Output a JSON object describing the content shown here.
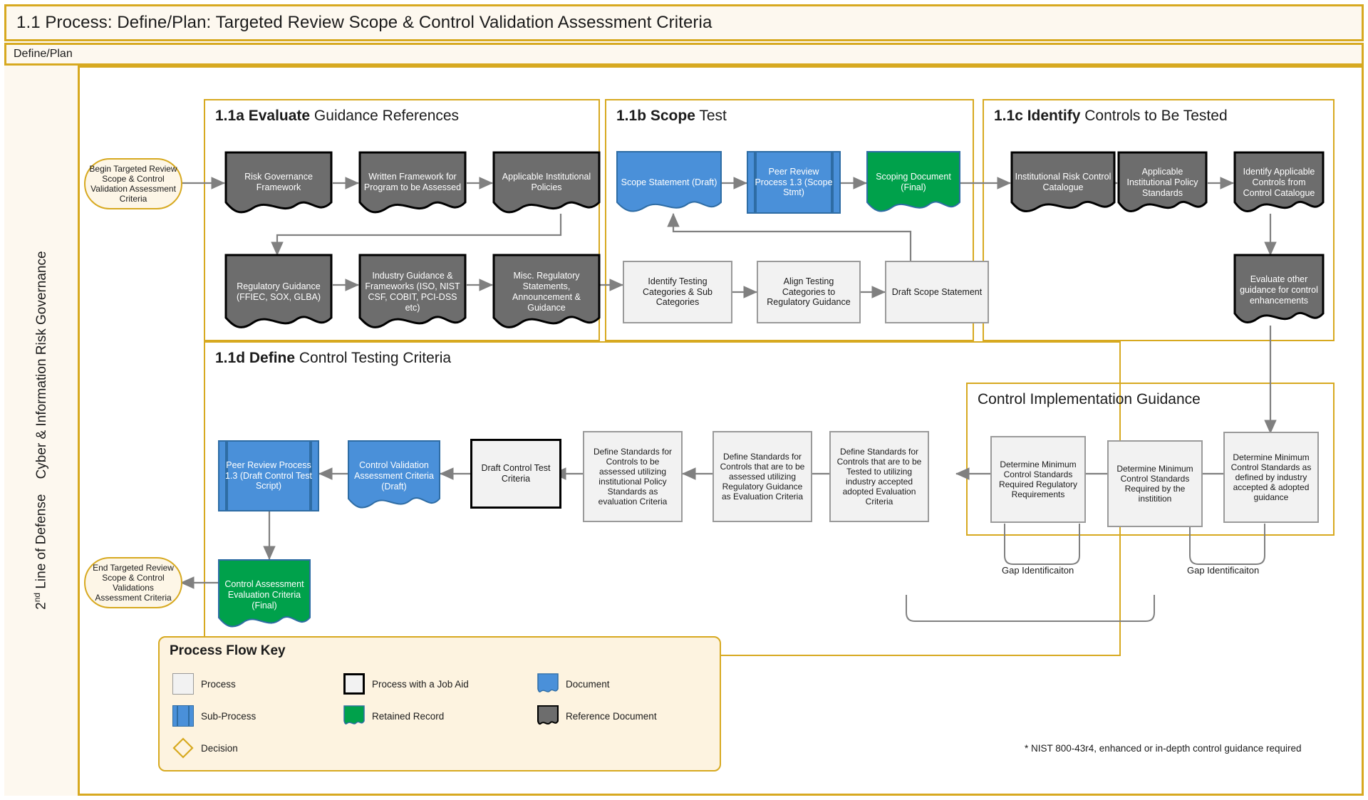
{
  "header": {
    "title": "1.1 Process: Define/Plan: Targeted Review Scope & Control Validation Assessment Criteria",
    "lane_header": "Define/Plan",
    "swimlane_label_line": "2nd Line of Defense",
    "swimlane_label_sub": "Cyber & Information Risk Governance",
    "swimlane_full": "2nd Line of Defense   Cyber & Information Risk Governance",
    "accent_color": "#d7a920",
    "panel_bg": "#fdf8ef"
  },
  "groups": {
    "a": {
      "num": "1.1a Evaluate",
      "rest": " Guidance References"
    },
    "b": {
      "num": "1.1b Scope",
      "rest": " Test"
    },
    "c": {
      "num": "1.1c Identify",
      "rest": " Controls to Be Tested"
    },
    "d": {
      "num": "1.1d Define",
      "rest": " Control Testing Criteria"
    },
    "cig": {
      "num": "",
      "rest": "Control Implementation Guidance"
    }
  },
  "nodes": {
    "start": "Begin Targeted Review Scope & Control Validation Assessment Criteria",
    "end": "End Targeted Review Scope & Control Validations Assessment Criteria",
    "risk_gov": "Risk Governance Framework",
    "written_fw": "Written Framework for Program to be Assessed",
    "app_policies": "Applicable Institutional Policies",
    "reg_guidance": "Regulatory Guidance (FFIEC, SOX, GLBA)",
    "ind_guidance": "Industry Guidance & Frameworks (ISO, NIST CSF, COBIT, PCI-DSS etc)",
    "misc_reg": "Misc. Regulatory Statements, Announcement & Guidance",
    "scope_stmt_draft": "Scope Statement (Draft)",
    "peer_review_13_scope": "Peer Review Process 1.3 (Scope Stmt)",
    "scoping_doc_final": "Scoping Document (Final)",
    "identify_testing_cats": "Identify Testing Categories & Sub Categories",
    "align_testing_cats": "Align Testing Categories to Regulatory Guidance",
    "draft_scope_stmt": "Draft Scope Statement",
    "inst_risk_catalogue": "Institutional Risk Control Catalogue",
    "app_policy_standards": "Applicable Institutional Policy Standards",
    "identify_app_controls": "Identify Applicable Controls from Control Catalogue",
    "evaluate_other_guidance": "Evaluate other guidance for control enhancements",
    "peer_review_13_test": "Peer Review Process 1.3 (Draft Control Test Script)",
    "cvac_draft": "Control Validation Assessment Criteria (Draft)",
    "caec_final": "Control Assessment Evaluation Criteria (Final)",
    "draft_control_test": "Draft Control Test Criteria",
    "def_std_policy": "Define Standards for Controls to be assessed utilizing institutional  Policy Standards as evaluation Criteria",
    "def_std_regulatory": "Define Standards for Controls that are to be assessed utilizing Regulatory Guidance as Evaluation Criteria",
    "def_std_industry": "Define Standards for Controls that are to be Tested to utilizing industry accepted adopted Evaluation Criteria",
    "det_min_regulatory": "Determine Minimum Control Standards Required Regulatory Requirements",
    "det_min_institution": "Determine Minimum Control Standards Required by the institition",
    "det_min_industry": "Determine Minimum Control Standards as defined by industry accepted & adopted guidance",
    "gap_1": "Gap Identificaiton",
    "gap_2": "Gap Identificaiton"
  },
  "legend": {
    "title": "Process Flow Key",
    "items": [
      {
        "label": "Process",
        "shape": "process"
      },
      {
        "label": "Process with a Job Aid",
        "shape": "jobaid"
      },
      {
        "label": "Document",
        "shape": "document"
      },
      {
        "label": "Sub-Process",
        "shape": "subprocess"
      },
      {
        "label": "Retained Record",
        "shape": "retained-record"
      },
      {
        "label": "Reference Document",
        "shape": "reference-document"
      },
      {
        "label": "Decision",
        "shape": "decision"
      }
    ],
    "footnote": "* NIST 800-43r4, enhanced or in-depth control guidance required"
  },
  "colors": {
    "accent": "#d7a920",
    "reference_doc": "#6d6d6d",
    "document_blue": "#4a90d9",
    "retained_green": "#00a14b",
    "process_gray": "#f2f2f2",
    "border_gray": "#9a9a9a",
    "arrow_gray": "#808080"
  }
}
